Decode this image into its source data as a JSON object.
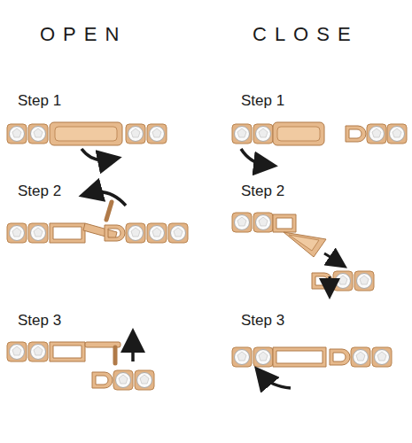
{
  "diagram": {
    "labels": [
      "OPEN",
      "CLOSE",
      "Step 1",
      "Step 1",
      "Step 2",
      "Step 2",
      "Step 3",
      "Step 3"
    ]
  }
}
